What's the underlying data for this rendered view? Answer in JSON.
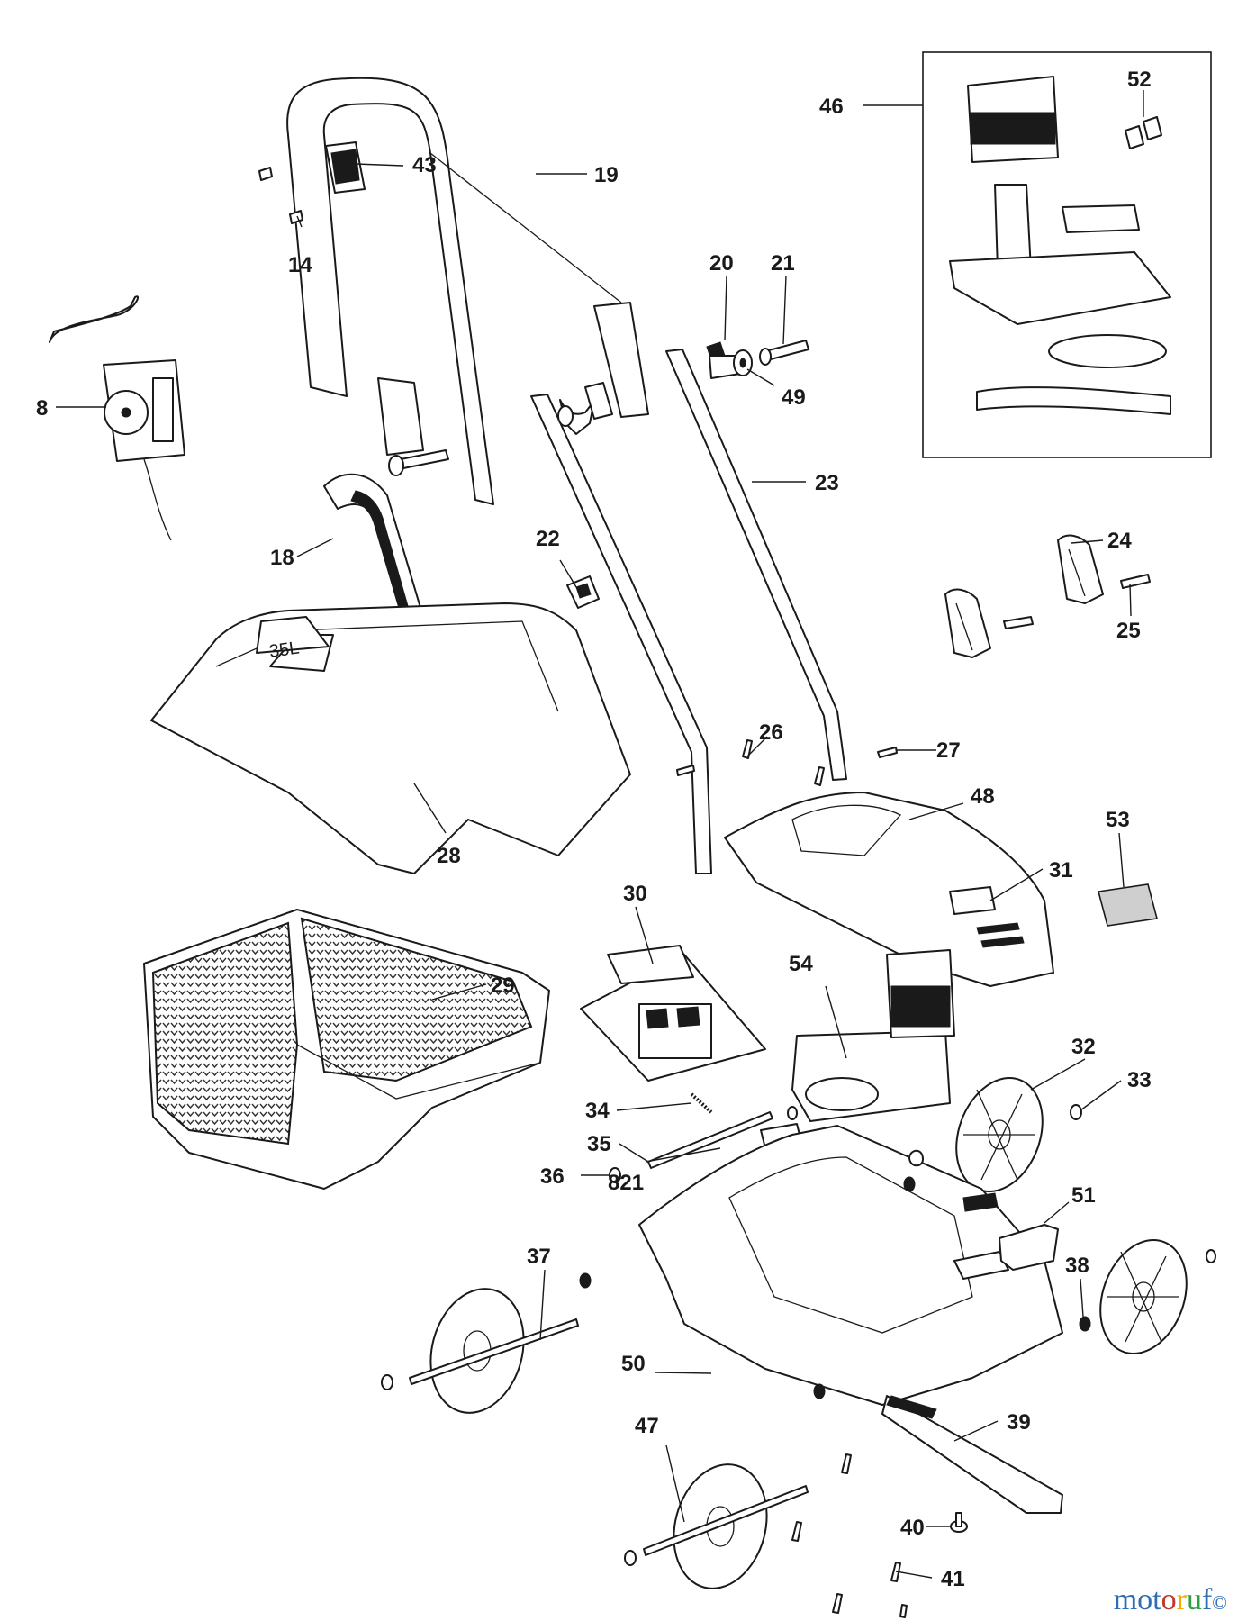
{
  "watermark": {
    "text": "motoruf",
    "letter_colors": [
      "#2e6db4",
      "#2e6db4",
      "#2e6db4",
      "#c0392b",
      "#f2a900",
      "#2ea043",
      "#2e6db4"
    ],
    "suffix_symbol": "©"
  },
  "parts": [
    {
      "id": "p8",
      "label": "8"
    },
    {
      "id": "p14",
      "label": "14"
    },
    {
      "id": "p18",
      "label": "18"
    },
    {
      "id": "p19",
      "label": "19"
    },
    {
      "id": "p20",
      "label": "20"
    },
    {
      "id": "p21",
      "label": "21"
    },
    {
      "id": "p22",
      "label": "22"
    },
    {
      "id": "p23",
      "label": "23"
    },
    {
      "id": "p24",
      "label": "24"
    },
    {
      "id": "p25",
      "label": "25"
    },
    {
      "id": "p26",
      "label": "26"
    },
    {
      "id": "p27",
      "label": "27"
    },
    {
      "id": "p28",
      "label": "28"
    },
    {
      "id": "p29",
      "label": "29"
    },
    {
      "id": "p30",
      "label": "30"
    },
    {
      "id": "p31",
      "label": "31"
    },
    {
      "id": "p32",
      "label": "32"
    },
    {
      "id": "p33",
      "label": "33"
    },
    {
      "id": "p34",
      "label": "34"
    },
    {
      "id": "p35",
      "label": "35"
    },
    {
      "id": "p36",
      "label": "36"
    },
    {
      "id": "p37",
      "label": "37"
    },
    {
      "id": "p38",
      "label": "38"
    },
    {
      "id": "p39",
      "label": "39"
    },
    {
      "id": "p40",
      "label": "40"
    },
    {
      "id": "p41",
      "label": "41"
    },
    {
      "id": "p43",
      "label": "43"
    },
    {
      "id": "p46",
      "label": "46"
    },
    {
      "id": "p47",
      "label": "47"
    },
    {
      "id": "p48",
      "label": "48"
    },
    {
      "id": "p49",
      "label": "49"
    },
    {
      "id": "p50",
      "label": "50"
    },
    {
      "id": "p51",
      "label": "51"
    },
    {
      "id": "p52",
      "label": "52"
    },
    {
      "id": "p53",
      "label": "53"
    },
    {
      "id": "p54",
      "label": "54"
    },
    {
      "id": "p821",
      "label": "821"
    }
  ],
  "product_markings": {
    "catcher_capacity": "35L"
  }
}
